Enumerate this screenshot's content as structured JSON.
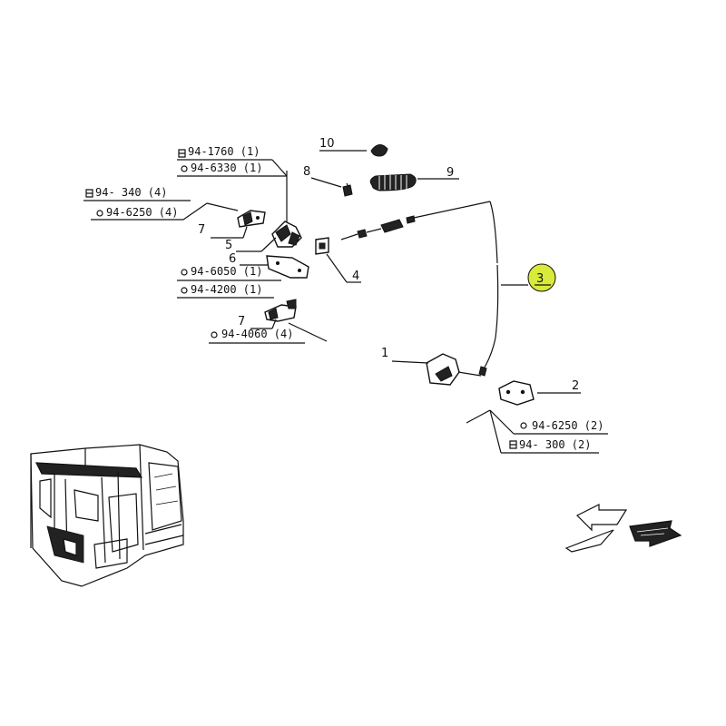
{
  "part_refs": {
    "p1": "1",
    "p2": "2",
    "p3": "3",
    "p4": "4",
    "p5": "5",
    "p6": "6",
    "p7a": "7",
    "p7b": "7",
    "p8": "8",
    "p9": "9",
    "p10": "10"
  },
  "fastener_labels": {
    "a": "94-1760 (1)",
    "b": "94-6330 (1)",
    "c": "94- 340 (4)",
    "d": "94-6250 (4)",
    "e": "94-6050 (1)",
    "f": "94-4200 (1)",
    "g": "94-4060 (4)",
    "h": "94-6250 (2)",
    "i": "94- 300 (2)"
  },
  "colors": {
    "highlight": "#d8ea3a",
    "line": "#111111"
  }
}
